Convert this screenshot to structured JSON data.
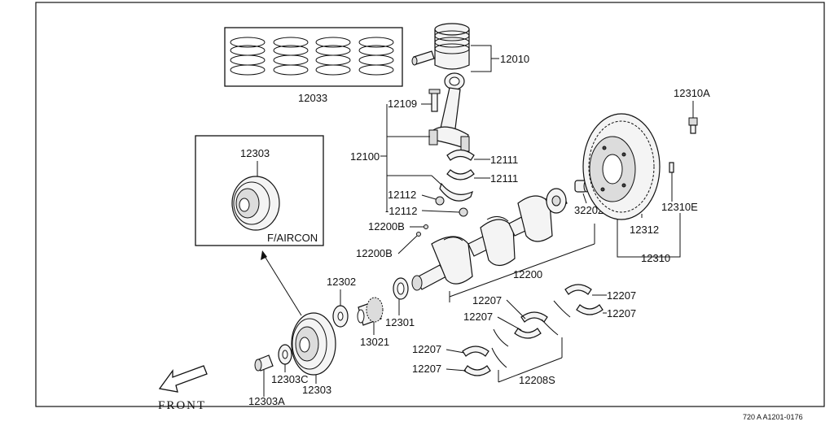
{
  "labels": {
    "piston": "12010",
    "rings": "12033",
    "bolt": "12109",
    "rod_assy": "12100",
    "rod_bearing_upper": "12111",
    "rod_bearing_lower": "12111",
    "nut_a": "12112",
    "nut_b": "-12112",
    "plug_b": "12200B",
    "plug_b2": "12200B",
    "crankshaft": "12200",
    "pilot_bearing": "32202",
    "flywheel_bolt": "12310A",
    "flywheel_e": "12310E",
    "ring_gear": "12312",
    "flywheel": "12310",
    "inset_pulley": "12303",
    "inset_caption": "F/AIRCON",
    "key": "12302",
    "oil_seal": "12301",
    "sprocket": "13021",
    "washer": "12303C",
    "pulley": "12303",
    "pulley_bolt": "12303A",
    "main_brg_1": "12207",
    "main_brg_2": "12207",
    "main_brg_3": "12207",
    "main_brg_4": "12207",
    "main_brg_5": "12207",
    "main_brg_6": "12207",
    "main_brg_set": "12208S",
    "front": "FRONT",
    "figure_ref": "720 A A1201-0176"
  }
}
